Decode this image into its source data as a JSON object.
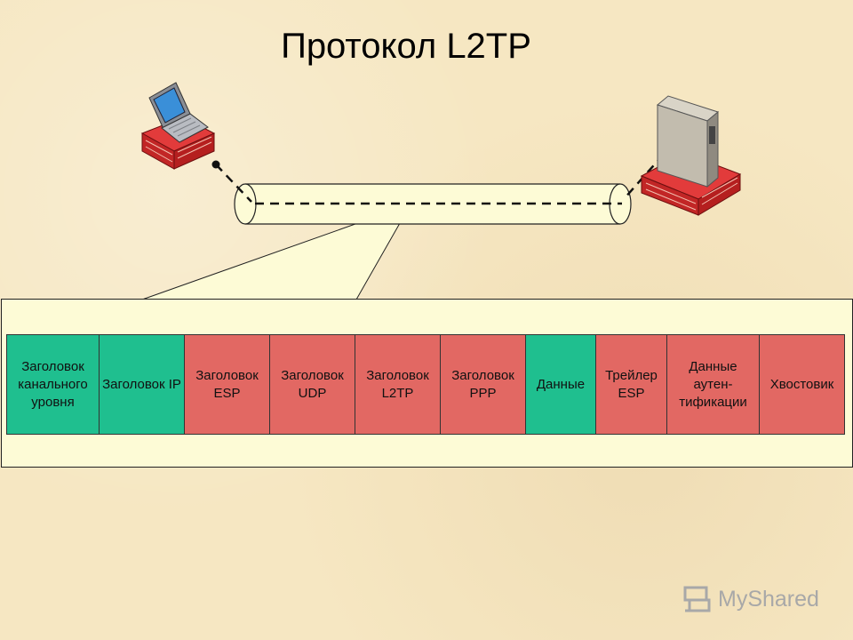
{
  "title": "Протокол L2TP",
  "packet_fields": [
    {
      "label": "Заголовок канального уровня",
      "color": "green"
    },
    {
      "label": "Заголовок IP",
      "color": "green"
    },
    {
      "label": "Заголовок ESP",
      "color": "red"
    },
    {
      "label": "Заголовок UDP",
      "color": "red"
    },
    {
      "label": "Заголовок L2TP",
      "color": "red"
    },
    {
      "label": "Заголовок PPP",
      "color": "red"
    },
    {
      "label": "Данные",
      "color": "green"
    },
    {
      "label": "Трейлер ESP",
      "color": "red"
    },
    {
      "label": "Данные аутен-тификации",
      "color": "red"
    },
    {
      "label": "Хвостовик",
      "color": "red"
    }
  ],
  "watermark": "MyShared",
  "colors": {
    "green": "#1fbf8f",
    "red": "#e26863",
    "brick": "#c8282a",
    "panel": "#fdfbd6"
  }
}
